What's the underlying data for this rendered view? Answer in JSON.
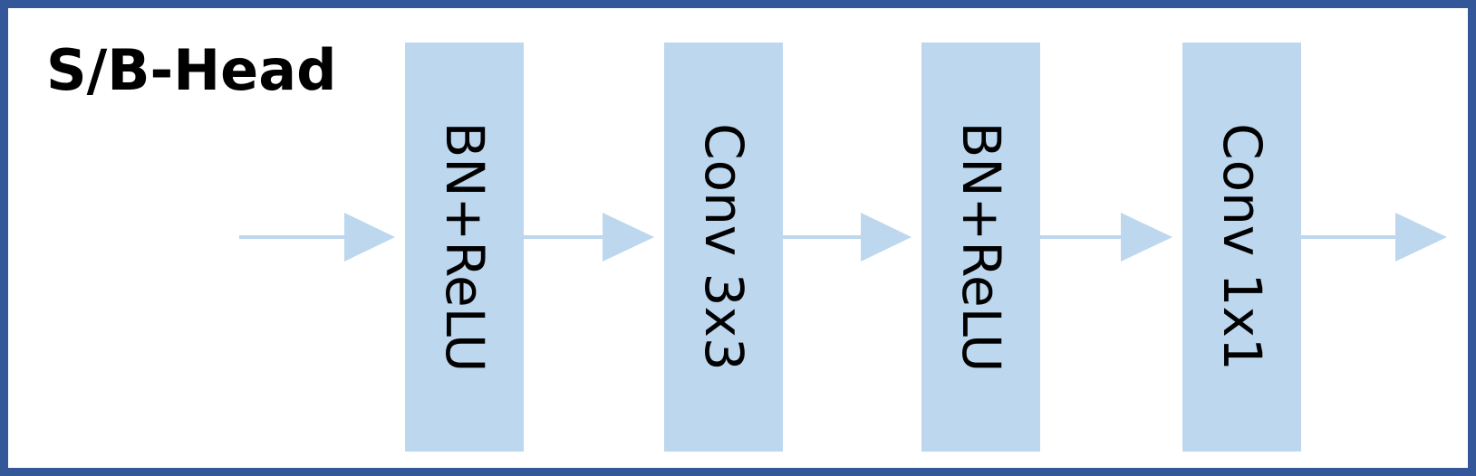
{
  "title": "S/B-Head",
  "blocks": [
    {
      "label": "BN+ReLU"
    },
    {
      "label": "Conv 3x3"
    },
    {
      "label": "BN+ReLU"
    },
    {
      "label": "Conv 1x1"
    }
  ],
  "colors": {
    "border": "#34579a",
    "block_fill": "#bdd7ee",
    "arrow": "#bdd7ee",
    "background": "#ffffff"
  }
}
